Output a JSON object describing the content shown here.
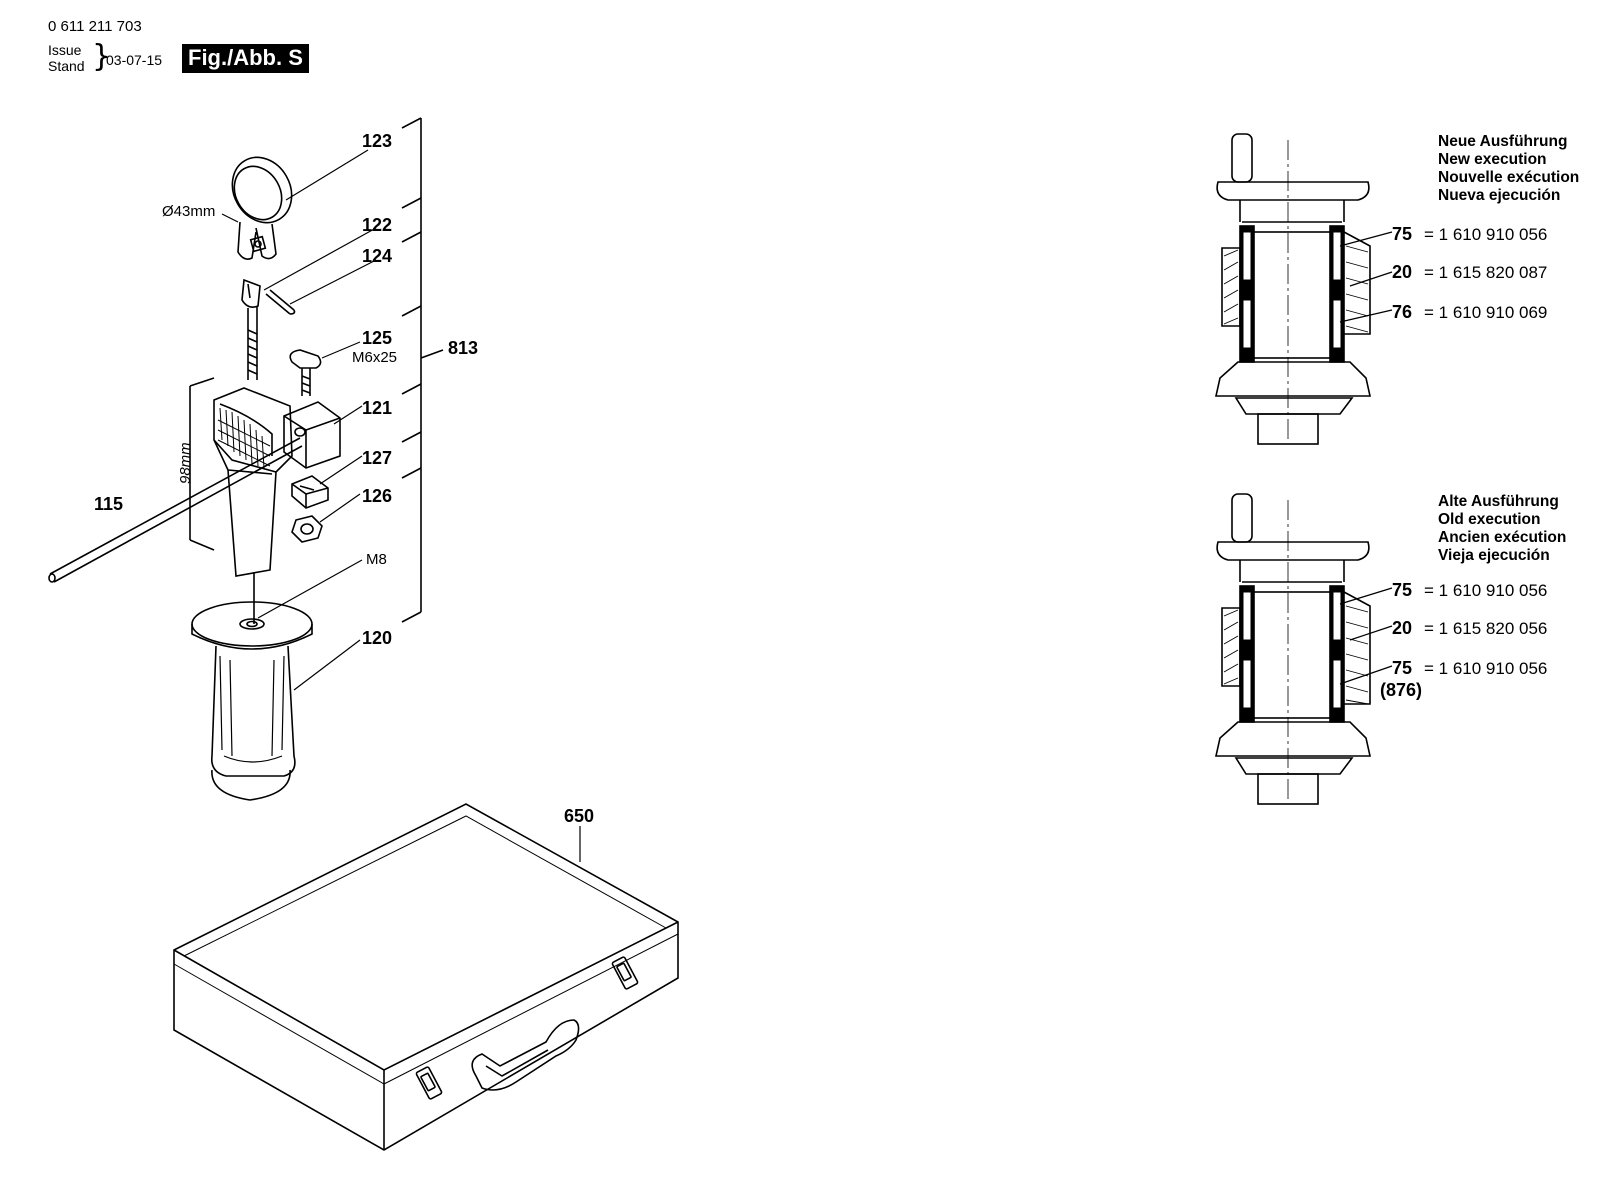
{
  "header": {
    "doc_number": "0 611 211 703",
    "issue_label_1": "Issue",
    "issue_label_2": "Stand",
    "issue_date": "03-07-15",
    "figure_label": "Fig./Abb. S"
  },
  "callouts": {
    "c123": "123",
    "c122": "122",
    "c124": "124",
    "c125": "125",
    "c121": "121",
    "c127": "127",
    "c126": "126",
    "c120": "120",
    "c115": "115",
    "c813": "813",
    "c650": "650"
  },
  "dimensions": {
    "ring_diameter": "Ø43mm",
    "screw_spec": "M6x25",
    "depth_length": "98mm",
    "nut_spec": "M8"
  },
  "new_execution": {
    "lines": [
      "Neue Ausführung",
      "New execution",
      "Nouvelle exécution",
      "Nueva ejecución"
    ],
    "parts": [
      {
        "ref": "75",
        "part_number": "= 1 610 910 056"
      },
      {
        "ref": "20",
        "part_number": "= 1 615 820 087"
      },
      {
        "ref": "76",
        "part_number": "= 1 610 910 069"
      }
    ]
  },
  "old_execution": {
    "lines": [
      "Alte Ausführung",
      "Old execution",
      "Ancien exécution",
      "Vieja ejecución"
    ],
    "parts": [
      {
        "ref": "75",
        "part_number": "= 1 610 910 056"
      },
      {
        "ref": "20",
        "part_number": "= 1 615 820 056"
      },
      {
        "ref": "75",
        "part_number": "= 1 610 910 056"
      }
    ],
    "assembly_ref": "(876)"
  }
}
